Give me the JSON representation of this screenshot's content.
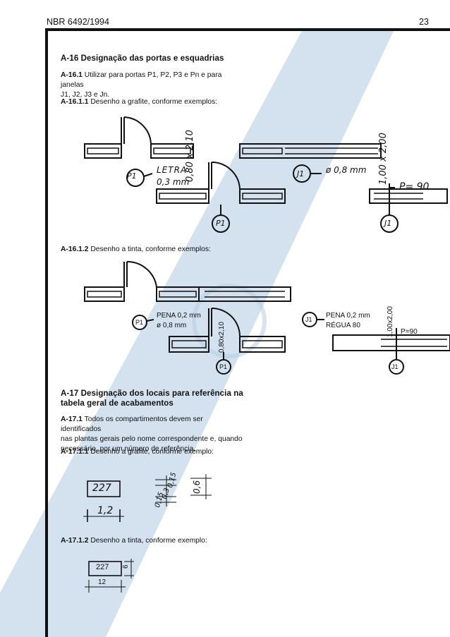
{
  "header": {
    "standard": "NBR 6492/1994",
    "page_number": "23"
  },
  "section_a16": {
    "title": "A-16 Designação das portas e esquadrias",
    "p1_num": "A-16.1",
    "p1_text": " Utilizar para portas P1, P2, P3 e Pn e para janelas",
    "p1_text2": "J1, J2, J3 e Jn.",
    "p2_num": "A-16.1.1",
    "p2_text": " Desenho a grafite, conforme exemplos:",
    "p3_num": "A-16.1.2",
    "p3_text": " Desenho a tinta, conforme exemplos:"
  },
  "fig_graphite": {
    "door_tag": "P1",
    "letter_line1": "LETRA",
    "letter_line2": "0,3 mm",
    "door_dim": "0,80 x 2,10",
    "door_tag2": "P1",
    "window_tag": "J1",
    "diameter": "ø 0,8 mm",
    "window_dim": "1,00 x 2,00",
    "sill": "P= 90",
    "window_tag2": "J1"
  },
  "fig_ink": {
    "door_tag": "P1",
    "pen": "PENA 0,2 mm",
    "diam": "ø 0,8 mm",
    "door_dim": "0,80x2,10",
    "door_tag2": "P1",
    "window_tag": "J1",
    "pen2": "PENA 0,2 mm",
    "ruler": "RÉGUA 80",
    "window_dim": "1,00x2,00",
    "sill": "P=90",
    "window_tag2": "J1"
  },
  "section_a17": {
    "title_line1": "A-17 Designação dos locais para referência na",
    "title_line2": "tabela geral de acabamentos",
    "p1_num": "A-17.1",
    "p1_text": " Todos os compartimentos devem ser identificados",
    "p1_text2": "nas plantas gerais pelo nome correspondente e, quando",
    "p1_text3": "necessário, por um número de referência.",
    "p2_num": "A-17.1.1",
    "p2_text": " Desenho a grafite, conforme exemplo:",
    "p3_num": "A-17.1.2",
    "p3_text": " Desenho a tinta, conforme exemplo:"
  },
  "fig_room_graphite": {
    "room": "227",
    "width": "1,2",
    "height": "0,6",
    "dims": [
      "0,15",
      "0,3",
      "0,15"
    ]
  },
  "fig_room_ink": {
    "room": "227",
    "height": "6",
    "width": "12"
  },
  "colors": {
    "watermark": "#c9d9ea",
    "ink": "#111111"
  }
}
